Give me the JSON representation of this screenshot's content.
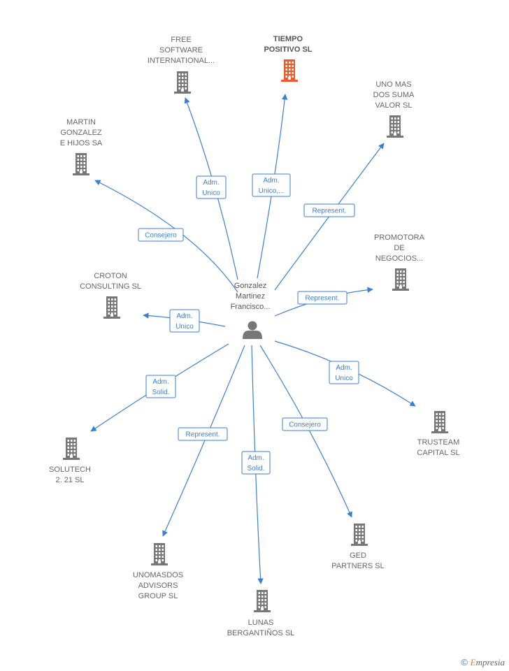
{
  "center": {
    "label_lines": [
      "Gonzalez",
      "Martinez",
      "Francisco..."
    ],
    "icon": "person-icon"
  },
  "companies": [
    {
      "id": "free_software",
      "label_lines": [
        "FREE",
        "SOFTWARE",
        "INTERNATIONAL..."
      ],
      "highlight": false
    },
    {
      "id": "tiempo_positivo",
      "label_lines": [
        "TIEMPO",
        "POSITIVO  SL"
      ],
      "highlight": true
    },
    {
      "id": "uno_mas_dos",
      "label_lines": [
        "UNO MAS",
        "DOS SUMA",
        "VALOR SL"
      ],
      "highlight": false
    },
    {
      "id": "martin_gonzalez",
      "label_lines": [
        "MARTIN",
        "GONZALEZ",
        "E HIJOS SA"
      ],
      "highlight": false
    },
    {
      "id": "promotora",
      "label_lines": [
        "PROMOTORA",
        "DE",
        "NEGOCIOS..."
      ],
      "highlight": false
    },
    {
      "id": "croton",
      "label_lines": [
        "CROTON",
        "CONSULTING SL"
      ],
      "highlight": false
    },
    {
      "id": "trusteam",
      "label_lines": [
        "TRUSTEAM",
        "CAPITAL  SL"
      ],
      "highlight": false
    },
    {
      "id": "solutech",
      "label_lines": [
        "SOLUTECH",
        "2. 21  SL"
      ],
      "highlight": false
    },
    {
      "id": "ged",
      "label_lines": [
        "GED",
        "PARTNERS  SL"
      ],
      "highlight": false
    },
    {
      "id": "unomasdos_advisors",
      "label_lines": [
        "UNOMASDOS",
        "ADVISORS",
        "GROUP  SL"
      ],
      "highlight": false
    },
    {
      "id": "lunas",
      "label_lines": [
        "LUNAS",
        "BERGANTIÑOS SL"
      ],
      "highlight": false
    }
  ],
  "edges": [
    {
      "to": "free_software",
      "label_lines": [
        "Adm.",
        "Unico"
      ]
    },
    {
      "to": "tiempo_positivo",
      "label_lines": [
        "Adm.",
        "Unico,..."
      ]
    },
    {
      "to": "uno_mas_dos",
      "label_lines": [
        "Represent."
      ]
    },
    {
      "to": "martin_gonzalez",
      "label_lines": [
        "Consejero"
      ]
    },
    {
      "to": "promotora",
      "label_lines": [
        "Represent."
      ]
    },
    {
      "to": "croton",
      "label_lines": [
        "Adm.",
        "Unico"
      ]
    },
    {
      "to": "trusteam",
      "label_lines": [
        "Adm.",
        "Unico"
      ]
    },
    {
      "to": "solutech",
      "label_lines": [
        "Adm.",
        "Solid."
      ]
    },
    {
      "to": "ged",
      "label_lines": [
        "Consejero"
      ]
    },
    {
      "to": "unomasdos_advisors",
      "label_lines": [
        "Represent."
      ]
    },
    {
      "to": "lunas",
      "label_lines": [
        "Adm.",
        "Solid."
      ]
    }
  ],
  "colors": {
    "edge": "#3a7fd5",
    "building": "#777777",
    "building_highlight": "#f05a28",
    "person": "#777777"
  },
  "footer": {
    "copyright": "©",
    "brand_first": "E",
    "brand_rest": "mpresia"
  }
}
